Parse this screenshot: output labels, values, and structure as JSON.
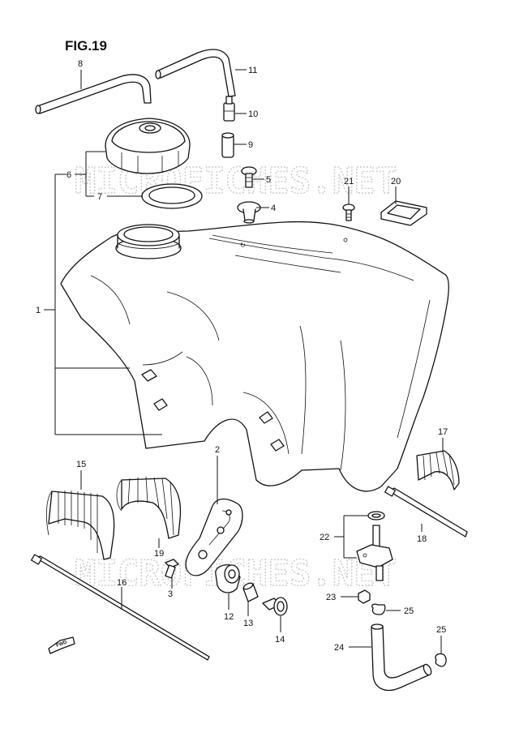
{
  "figure": {
    "title": "FIG.19",
    "watermark": "MICROFICHES.NET",
    "fwd_label": "FWD"
  },
  "callouts": {
    "c1": "1",
    "c2": "2",
    "c3": "3",
    "c4": "4",
    "c5": "5",
    "c6": "6",
    "c7": "7",
    "c8": "8",
    "c9": "9",
    "c10": "10",
    "c11": "11",
    "c12": "12",
    "c13": "13",
    "c14": "14",
    "c15": "15",
    "c16": "16",
    "c17": "17",
    "c18": "18",
    "c19": "19",
    "c20": "20",
    "c21": "21",
    "c22": "22",
    "c23": "23",
    "c24": "24",
    "c25a": "25",
    "c25b": "25"
  }
}
